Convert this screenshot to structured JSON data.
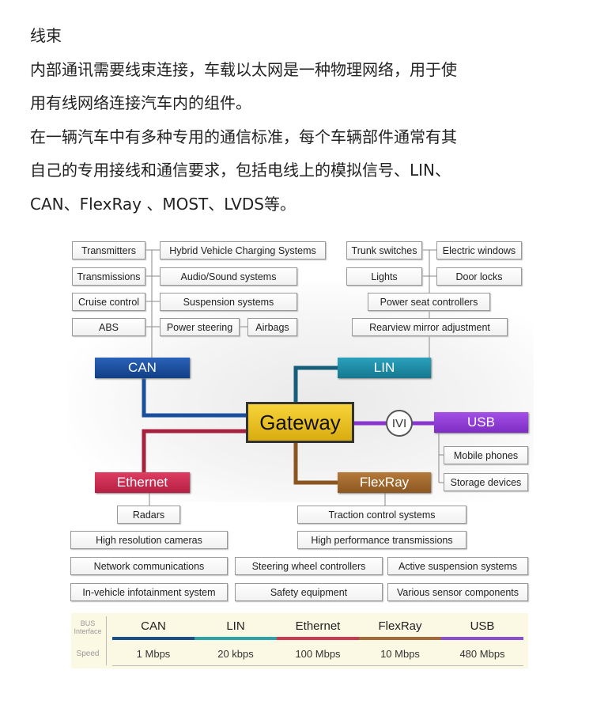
{
  "heading": "线束",
  "paragraphs": [
    "内部通讯需要线束连接，车载以太网是一种物理网络，用于使",
    "用有线网络连接汽车内的组件。",
    "在一辆汽车中有多种专用的通信标准，每个车辆部件通常有其",
    "自己的专用接线和通信要求，包括电线上的模拟信号、LIN、",
    "CAN、FlexRay 、MOST、LVDS等。"
  ],
  "diagram": {
    "can_devices": [
      "Transmitters",
      "Hybrid Vehicle Charging Systems",
      "Transmissions",
      "Audio/Sound systems",
      "Cruise control",
      "Suspension systems",
      "ABS",
      "Power steering",
      "Airbags"
    ],
    "lin_devices": [
      "Trunk switches",
      "Electric windows",
      "Lights",
      "Door locks",
      "Power seat controllers",
      "Rearview mirror adjustment"
    ],
    "buses": {
      "can": "CAN",
      "lin": "LIN",
      "ethernet": "Ethernet",
      "flexray": "FlexRay",
      "usb": "USB"
    },
    "gateway": "Gateway",
    "ivi": "IVI",
    "usb_devices": [
      "Mobile phones",
      "Storage devices"
    ],
    "ethernet_devices": [
      "Radars",
      "High resolution cameras",
      "Network communications",
      "In-vehicle infotainment system"
    ],
    "flexray_devices": [
      "Traction control systems",
      "High performance transmissions",
      "Steering wheel controllers",
      "Safety equipment",
      "Active suspension systems",
      "Various sensor components"
    ],
    "colors": {
      "can": "#1a4f9e",
      "lin": "#1c8aa5",
      "ethernet": "#c8274c",
      "flexray": "#9c6428",
      "usb": "#8a35d0",
      "gateway": "#e8bf20"
    }
  },
  "table": {
    "row1_label": "BUS",
    "row1_label2": "Interface",
    "row2_label": "Speed",
    "buses": [
      "CAN",
      "LIN",
      "Ethernet",
      "FlexRay",
      "USB"
    ],
    "speeds": [
      "1 Mbps",
      "20 kbps",
      "100 Mbps",
      "10 Mbps",
      "480 Mbps"
    ]
  }
}
